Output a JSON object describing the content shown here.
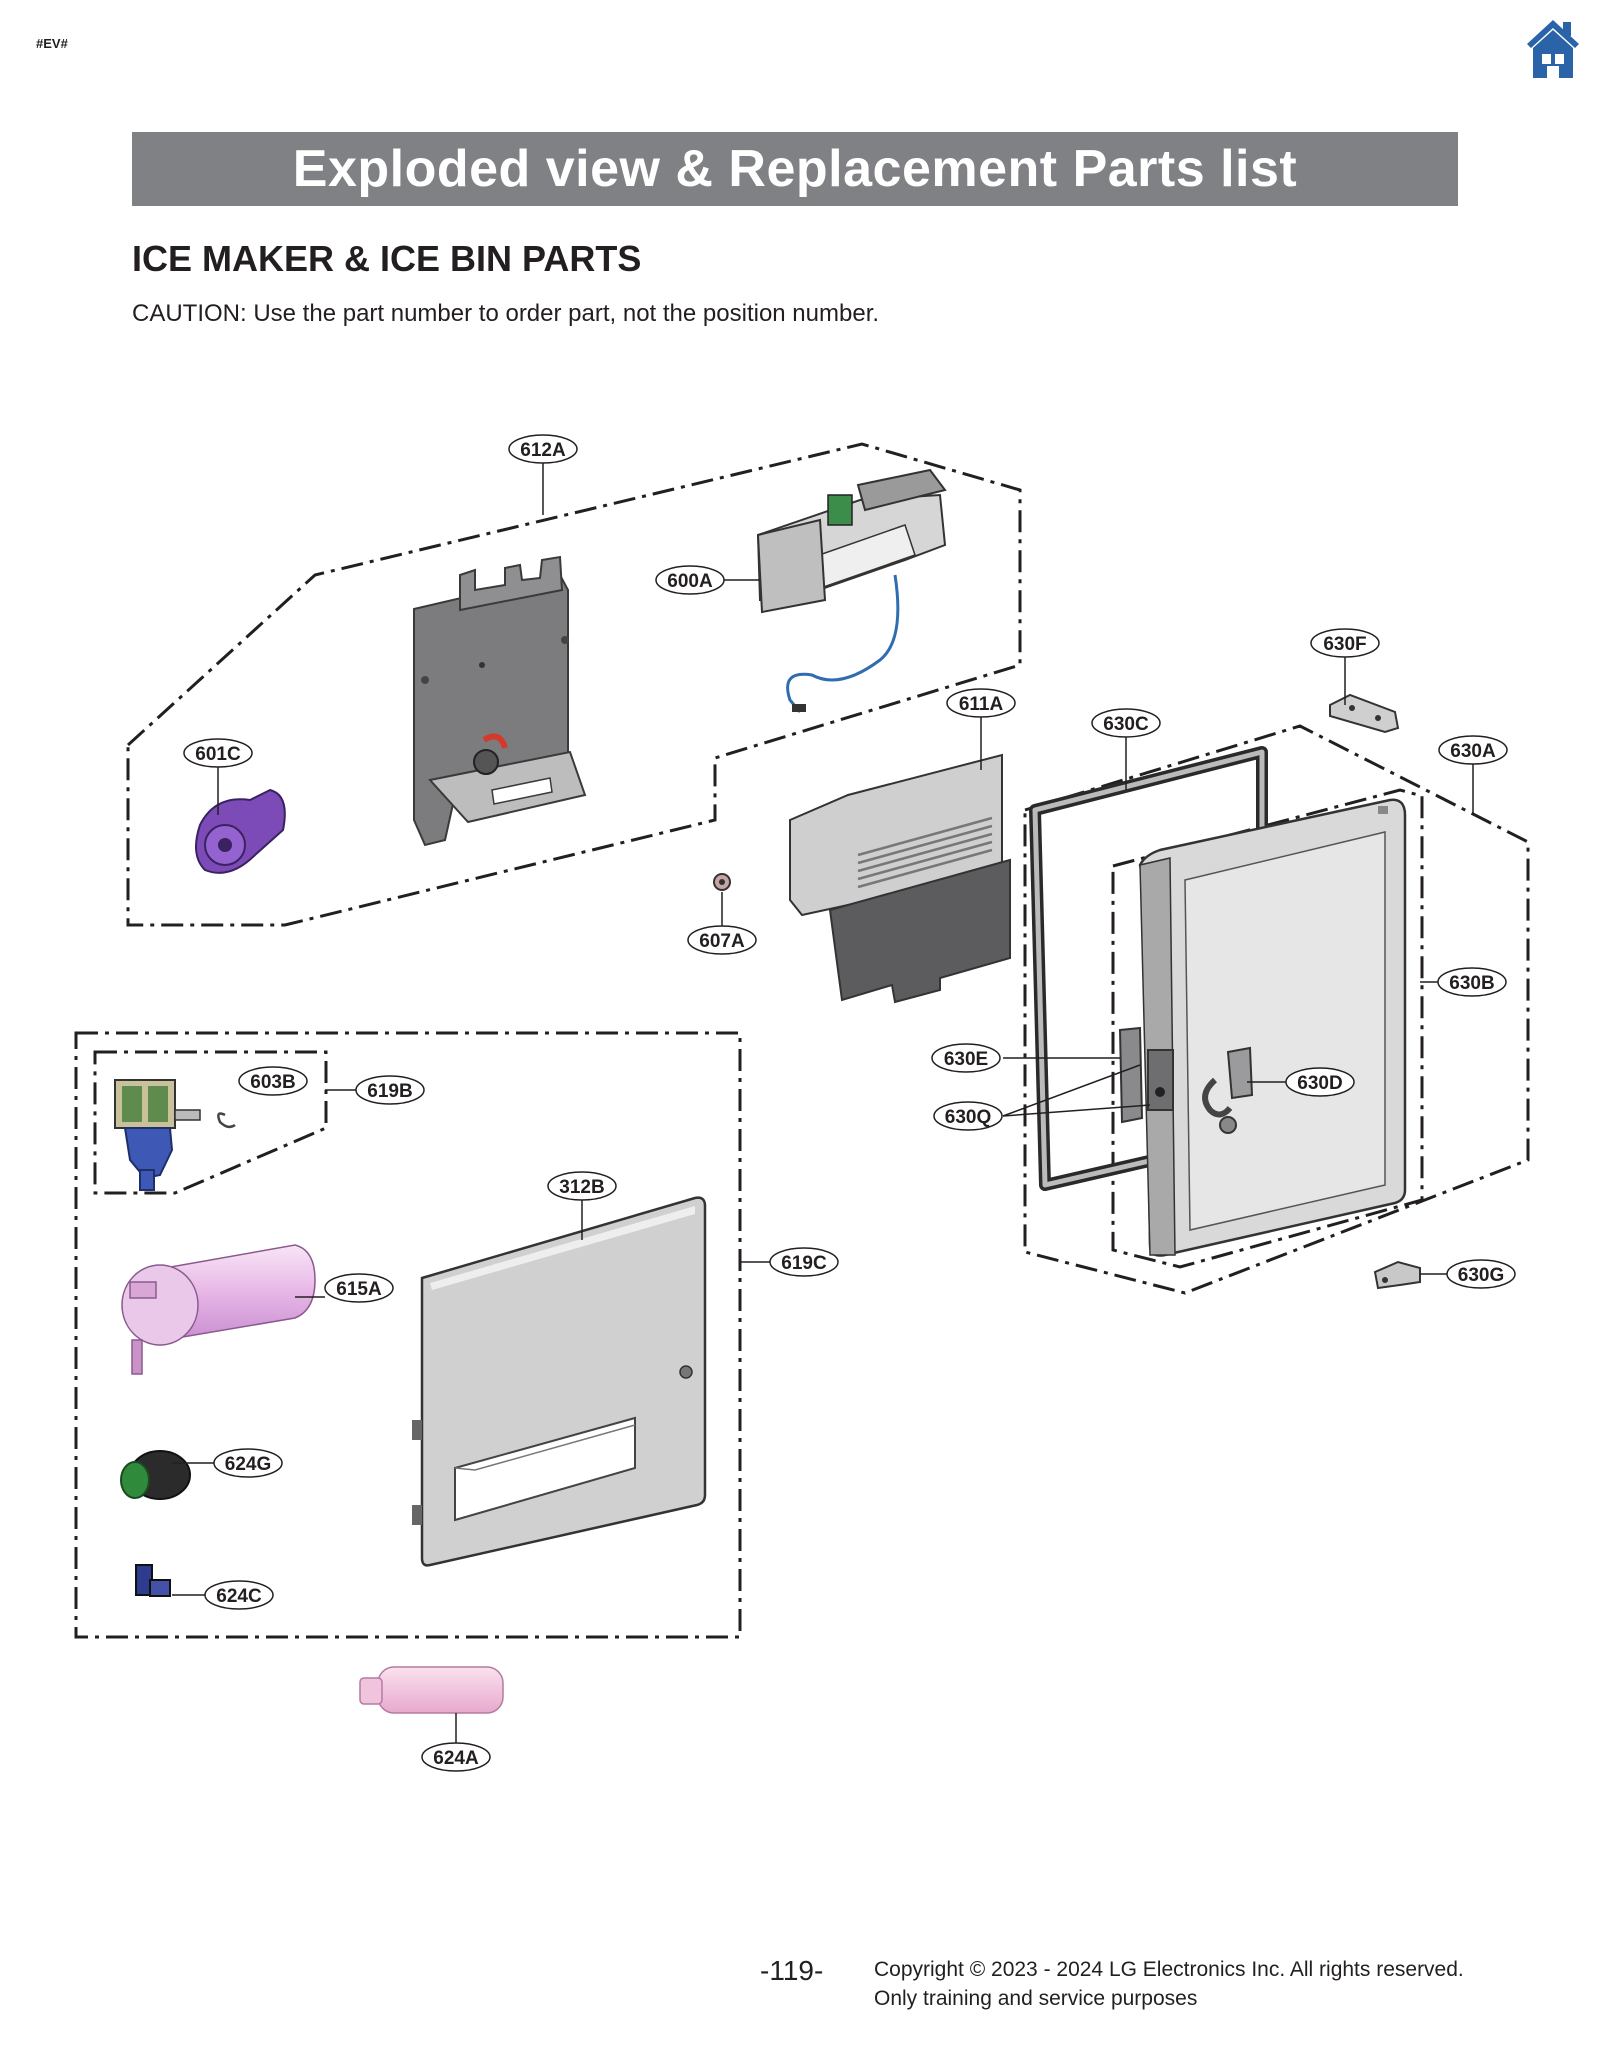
{
  "doc_tag": "#EV#",
  "home_icon": "home-icon",
  "colors": {
    "title_bar": "#808184",
    "home_icon": "#2a63a8"
  },
  "title": "Exploded view & Replacement Parts list",
  "section_title": "ICE MAKER & ICE BIN PARTS",
  "caution": "CAUTION: Use the part number to order part, not the position number.",
  "callouts": {
    "612A": "612A",
    "600A": "600A",
    "601C": "601C",
    "611A": "611A",
    "607A": "607A",
    "630F": "630F",
    "630C": "630C",
    "630A": "630A",
    "630B": "630B",
    "630E": "630E",
    "630Q": "630Q",
    "630D": "630D",
    "630G": "630G",
    "603B": "603B",
    "619B": "619B",
    "312B": "312B",
    "619C": "619C",
    "615A": "615A",
    "624G": "624G",
    "624C": "624C",
    "624A": "624A"
  },
  "footer": {
    "page_number": "-119-",
    "copyright_line1": "Copyright © 2023 - 2024 LG Electronics Inc. All rights reserved.",
    "copyright_line2": "Only training and service purposes"
  }
}
